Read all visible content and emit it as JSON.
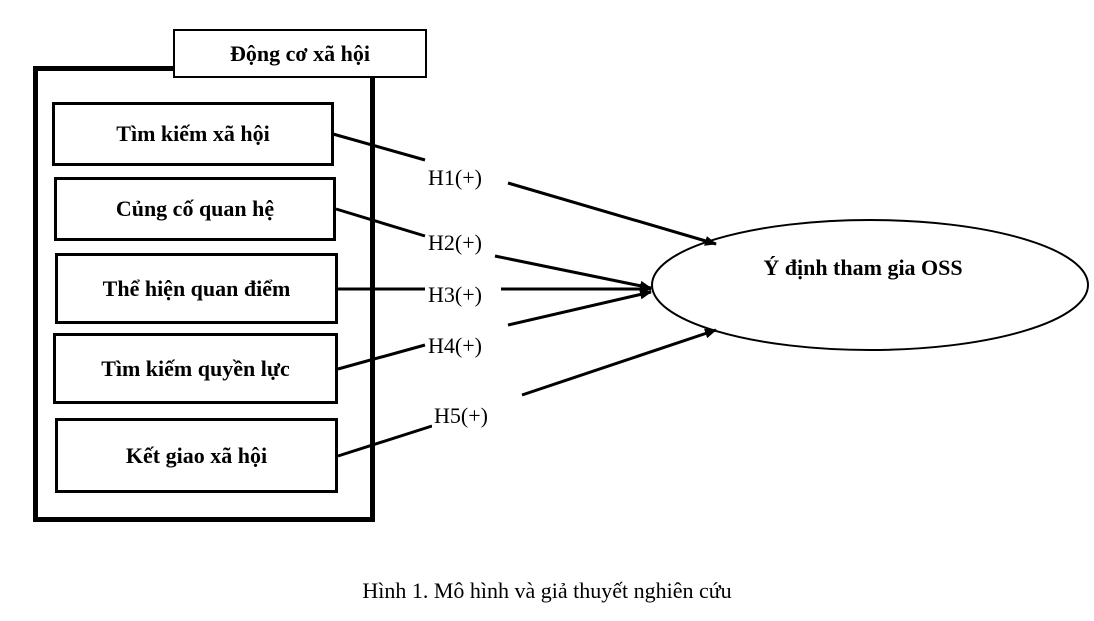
{
  "group": {
    "title": "Động cơ xã hội"
  },
  "factors": [
    {
      "label": "Tìm kiếm xã hội"
    },
    {
      "label": "Củng cố quan hệ"
    },
    {
      "label": "Thể hiện quan điểm"
    },
    {
      "label": "Tìm kiếm quyền lực"
    },
    {
      "label": "Kết giao xã hội"
    }
  ],
  "hypotheses": [
    {
      "label": "H1(+)"
    },
    {
      "label": "H2(+)"
    },
    {
      "label": "H3(+)"
    },
    {
      "label": "H4(+)"
    },
    {
      "label": "H5(+)"
    }
  ],
  "outcome": {
    "label": "Ý định tham gia OSS"
  },
  "caption": "Hình 1.  Mô hình và giả thuyết nghiên cứu"
}
